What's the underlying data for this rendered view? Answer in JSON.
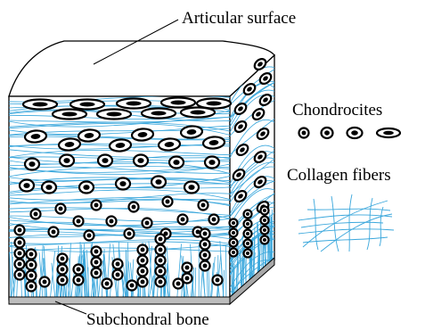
{
  "labels": {
    "articular_surface": "Articular surface",
    "chondrocites": "Chondrocites",
    "collagen_fibers": "Collagen fibers",
    "subchondral_bone": "Subchondral bone"
  },
  "colors": {
    "fiber": "#3aa7dc",
    "bone": "#bdbdbd",
    "outline": "#000000",
    "cell_fill": "#ffffff"
  },
  "icons": {
    "chondrocyte_legend": [
      "round-cell",
      "round-cell",
      "oval-cell",
      "flat-cell"
    ],
    "collagen_legend": "fiber-mesh"
  }
}
